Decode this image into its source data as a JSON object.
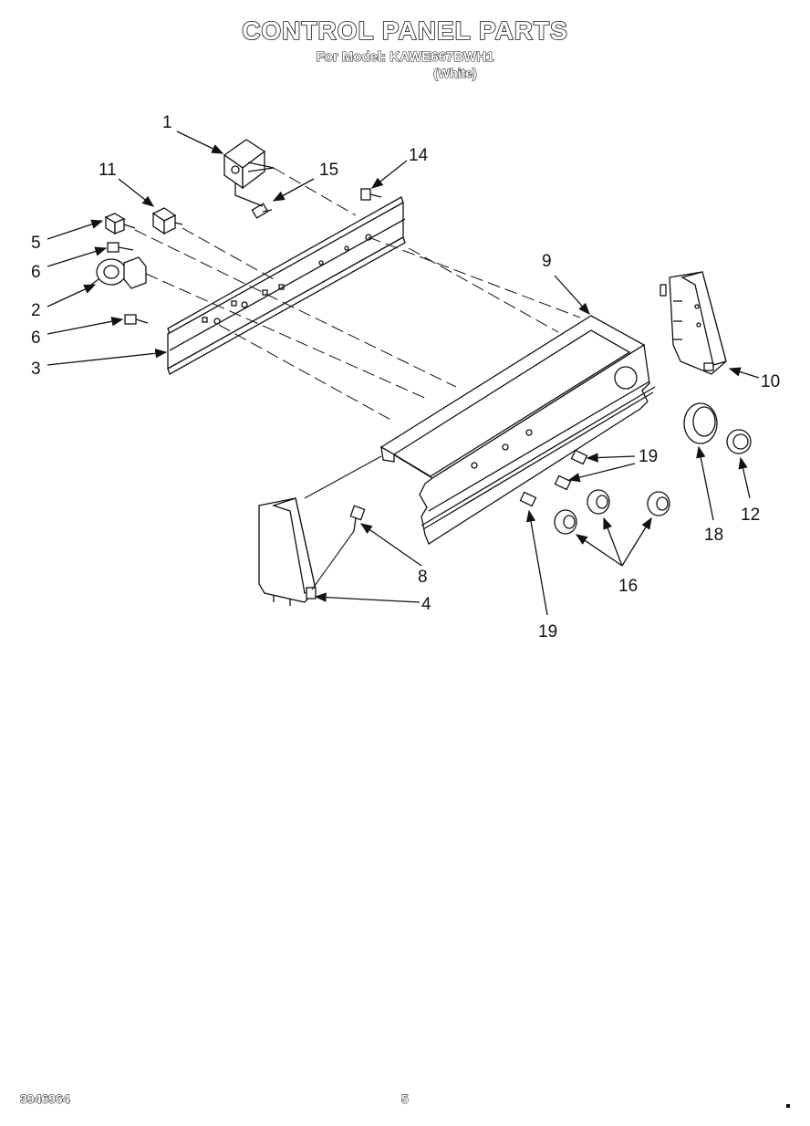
{
  "header": {
    "title": "CONTROL PANEL PARTS",
    "model": "For Model: KAWE667BWH1",
    "variant": "(White)"
  },
  "callouts": [
    "1",
    "11",
    "15",
    "14",
    "5",
    "6",
    "2",
    "6",
    "3",
    "9",
    "10",
    "19",
    "18",
    "12",
    "8",
    "16",
    "4",
    "19"
  ],
  "footer": {
    "doc_number": "3946964",
    "page_number": "5"
  }
}
